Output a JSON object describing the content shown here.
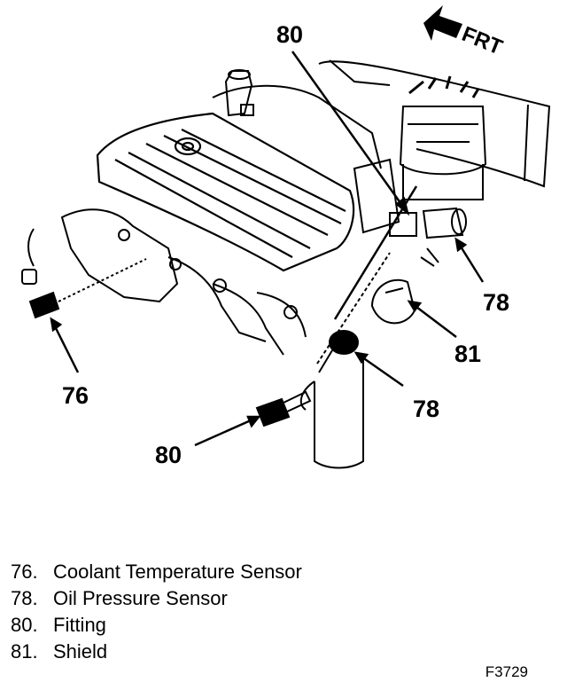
{
  "direction_label": "FRT",
  "callouts": {
    "top_fitting": "80",
    "top_oil_sensor": "78",
    "shield": "81",
    "lower_oil_sensor": "78",
    "coolant_sensor": "76",
    "lower_fitting": "80"
  },
  "legend": [
    {
      "number": "76.",
      "text": "Coolant Temperature Sensor"
    },
    {
      "number": "78.",
      "text": "Oil Pressure Sensor"
    },
    {
      "number": "80.",
      "text": "Fitting"
    },
    {
      "number": "81.",
      "text": "Shield"
    }
  ],
  "figure_id": "F3729"
}
